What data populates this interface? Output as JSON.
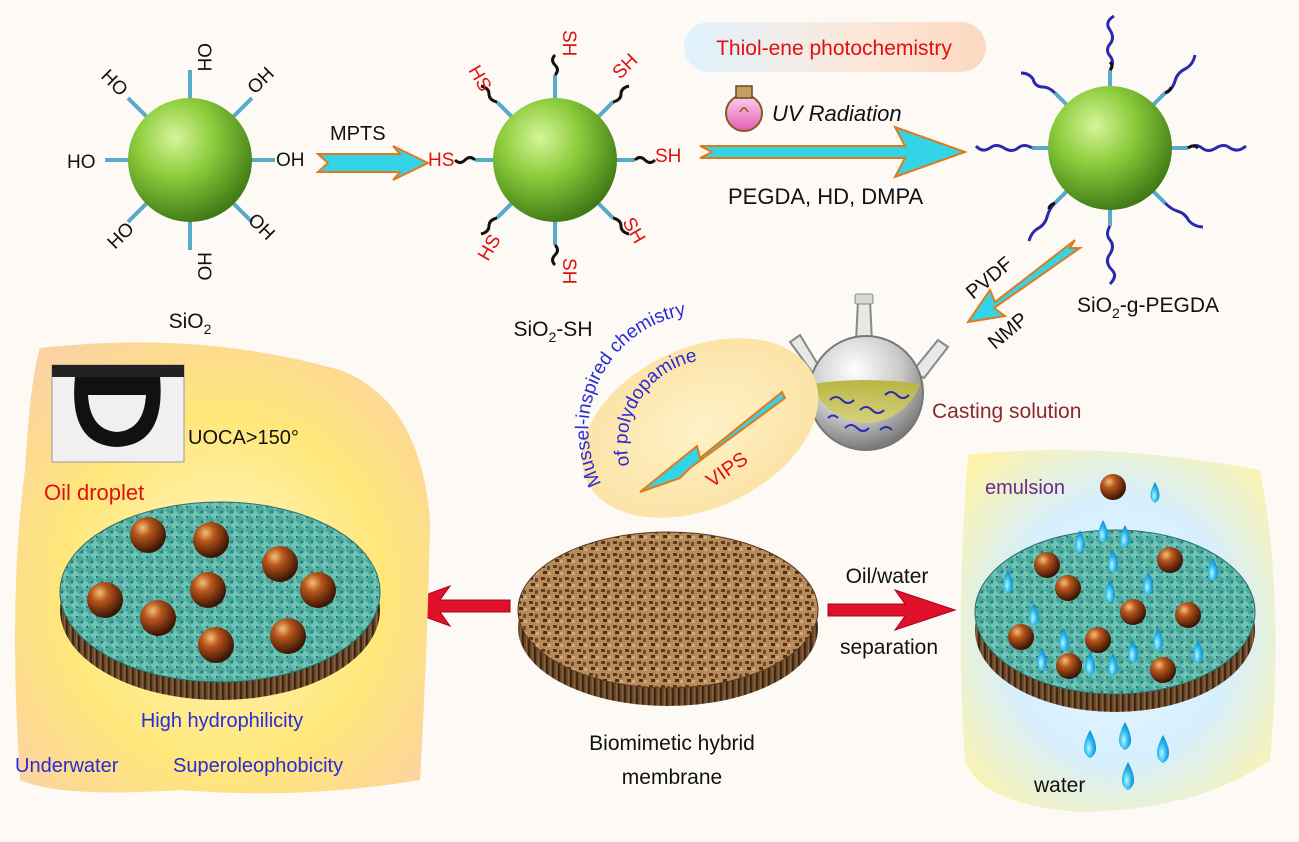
{
  "step1": {
    "particle_label": "SiO",
    "particle_sub": "2",
    "oh_labels": [
      "OH",
      "OH",
      "OH",
      "OH",
      "HO",
      "HO",
      "HO",
      "HO"
    ],
    "arrow_label": "MPTS"
  },
  "step2": {
    "particle_label": "SiO",
    "particle_sub": "2",
    "particle_suffix": "-SH",
    "sh_labels": [
      "SH",
      "SH",
      "SH",
      "SH",
      "SH",
      "HS",
      "HS",
      "HS"
    ]
  },
  "step3": {
    "banner": "Thiol-ene photochemistry",
    "uv_label": "UV Radiation",
    "reagents": "PEGDA, HD, DMPA",
    "particle_label": "SiO",
    "particle_sub": "2",
    "particle_suffix": "-g-PEGDA"
  },
  "step4": {
    "arrow_label_top": "PVDF",
    "arrow_label_bottom": "NMP",
    "flask_label": "Casting solution"
  },
  "step5": {
    "curved_text_1": "Mussel-inspired chemistry",
    "curved_text_2": "of polydopamine",
    "vips": "VIPS"
  },
  "membrane": {
    "label_line1": "Biomimetic hybrid",
    "label_line2": "membrane"
  },
  "left_panel": {
    "uoca": "UOCA>150°",
    "oil_droplet": "Oil droplet",
    "high_hydrophilicity": "High hydrophilicity",
    "underwater": "Underwater",
    "superoleophobicity": "Superoleophobicity"
  },
  "right_panel": {
    "separation_line1": "Oil/water",
    "separation_line2": "separation",
    "emulsion": "emulsion",
    "water": "water"
  },
  "colors": {
    "sphere": "#7cc23a",
    "arrow_cyan": "#33d3e8",
    "arrow_edge": "#e07a1a",
    "red_arrow": "#e0102a",
    "red_text": "#e01010",
    "blue_text": "#2b2bd8",
    "brown_text": "#8b2a2a",
    "purple_text": "#6a2a8a"
  }
}
